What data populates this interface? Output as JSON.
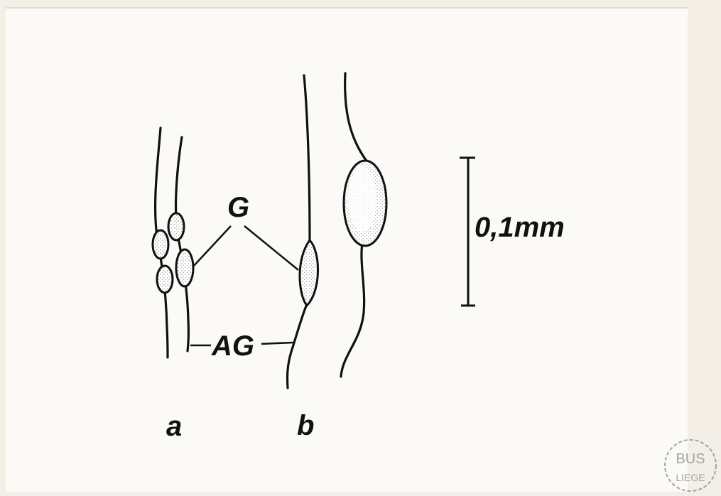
{
  "labels": {
    "g": "G",
    "ag": "AG",
    "a": "a",
    "b": "b",
    "scale": "0,1mm"
  },
  "stamp": {
    "line1": "BUS",
    "line2": "LIEGE"
  },
  "colors": {
    "ink": "#111111",
    "paper": "#fbfaf6",
    "background": "#f3efe6"
  }
}
